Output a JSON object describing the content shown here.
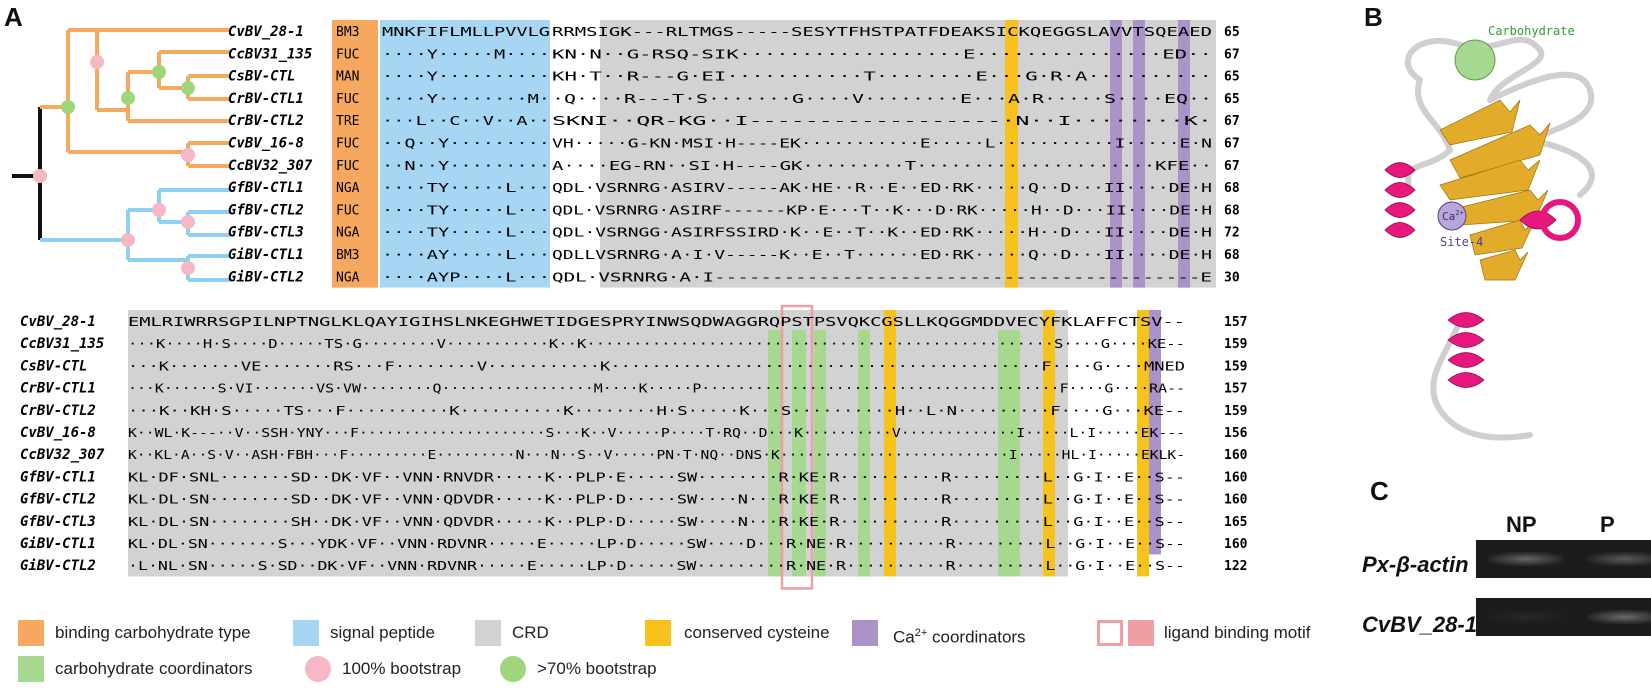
{
  "panels": {
    "a": "A",
    "b": "B",
    "c": "C"
  },
  "colors": {
    "orange": "#f6a85e",
    "blue": "#a6d6f3",
    "gray": "#d2d2d2",
    "yellow": "#f7c21b",
    "purple": "#ab92c8",
    "green": "#a5d98f",
    "pink": "#ef9ea3",
    "treeOrange": "#f5a95c",
    "treeBlue": "#8dd0f2",
    "nodePink": "#f7b8c6",
    "nodeGreen": "#9ed67a",
    "helix": "#e8177d",
    "sheet": "#e2ac2a",
    "coil": "#ececec"
  },
  "alignment_top": {
    "rows": [
      {
        "name": "CvBV_28-1",
        "type": "BM3",
        "sig": "MNKFIFLMLLPVVLG",
        "rest": "RRMSIGK---RLTMGS-----SESYTFHSTPATFDEAKSICKQEGGSLAVVTSQEAED",
        "num": "65"
      },
      {
        "name": "CcBV31_135",
        "type": "FUC",
        "sig": "····Y·····M····",
        "rest": "KN·N··G-RSQ-SIK··················E···············ED··",
        "num": "67"
      },
      {
        "name": "CsBV-CTL",
        "type": "MAN",
        "sig": "····Y··········",
        "rest": "KH·T··R---G·EI···········T········E···G·R·A··········",
        "num": "65"
      },
      {
        "name": "CrBV-CTL1",
        "type": "FUC",
        "sig": "····Y········M·",
        "rest": "·Q····R---T·S·······G····V········E···A·R·····S····EQ··",
        "num": "65"
      },
      {
        "name": "CrBV-CTL2",
        "type": "TRE",
        "sig": "···L··C··V··A··",
        "rest": "SKNI··QR-KG··I------------------·N··I········K·",
        "num": "67"
      },
      {
        "name": "CvBV_16-8",
        "type": "FUC",
        "sig": "··Q··Y·········",
        "rest": "VH·····G-KN·MSI·H----EK···········E·····L···········I·····E·N",
        "num": "67"
      },
      {
        "name": "CcBV32_307",
        "type": "FUC",
        "sig": "··N··Y·········",
        "rest": "A····EG-RN··SI·H----GK·········T·····················KFE··",
        "num": "67"
      },
      {
        "name": "GfBV-CTL1",
        "type": "NGA",
        "sig": "····TY·····L···",
        "rest": "QDL·VSRNRG·ASIRV-----AK·HE··R··E··ED·RK·····Q··D···II····DE·H",
        "num": "68"
      },
      {
        "name": "GfBV-CTL2",
        "type": "FUC",
        "sig": "····TY·····L···",
        "rest": "QDL·VSRNRG·ASIRF------KP·E···T··K···D·RK·····H··D···II····DE·H",
        "num": "68"
      },
      {
        "name": "GfBV-CTL3",
        "type": "NGA",
        "sig": "····TY·····L···",
        "rest": "QDL·VSRNGG·ASIRFSSIRD·K··E··T··K··ED·RK·····H··D···II····DE·H",
        "num": "72"
      },
      {
        "name": "GiBV-CTL1",
        "type": "BM3",
        "sig": "····AY·····L···",
        "rest": "QDLLVSRNRG·A·I·V-----K··E··T······ED·RK·····Q··D···II····DE·H",
        "num": "68"
      },
      {
        "name": "GiBV-CTL2",
        "type": "NGA",
        "sig": "····AYP····L···",
        "rest": "QDL·VSRNRG·A·I------------------------------------------E",
        "num": "30"
      }
    ]
  },
  "alignment_bottom": {
    "rows": [
      {
        "name": "CvBV_28-1",
        "seq": "EMLRIWRRSGPILNPTNGLKLQAYIGIHSLNKEGHWETIDGESPRYINWSQDWAGGRQPSTPSVQKCGSLLKQGGMDDVECYFKLAFFCTSV--",
        "num": "157"
      },
      {
        "name": "CcBV31_135",
        "seq": "···K····H·S····D·····TS·G········V···········K··K··················································S····G····KE--",
        "num": "159"
      },
      {
        "name": "CsBV-CTL",
        "seq": "···K·······VE·······RS···F········V···········K··········································F····G····MNED",
        "num": "159"
      },
      {
        "name": "CrBV-CTL1",
        "seq": "···K······S·VI·······VS·VW········Q·················M····K·····P········································F····G····RA--",
        "num": "157"
      },
      {
        "name": "CrBV-CTL2",
        "seq": "···K··KH·S·····TS···F··········K··········K········H·S·····K···S··········H··L·N·········F····G···KE--",
        "num": "159"
      },
      {
        "name": "CvBV_16-8",
        "seq": "K··WL·K---··V··SSH·YNY···F·····················S···K··V·····P····T·RQ··D···K··········V·············I·····L·I·····EK---",
        "num": "156"
      },
      {
        "name": "CcBV32_307",
        "seq": "K··KL·A··S·V··ASH·FBH···F·········E·········N···N··S··V·····PN·T·NQ··DNS·K··························I·····HL·I·····EKLK-",
        "num": "160"
      },
      {
        "name": "GfBV-CTL1",
        "seq": "KL·DF·SNL·······SD··DK·VF··VNN·RNVDR·····K··PLP·E·····SW········R·KE·R··········R·········L··G·I··E··S--",
        "num": "160"
      },
      {
        "name": "GfBV-CTL2",
        "seq": "KL·DL·SN········SD··DK·VF··VNN·QDVDR·····K··PLP·D·····SW····N···R·KE·R··········R·········L··G·I··E··S--",
        "num": "160"
      },
      {
        "name": "GfBV-CTL3",
        "seq": "KL·DL·SN········SH··DK·VF··VNN·QDVDR·····K··PLP·D·····SW····N···R·KE·R··········R·········L··G·I··E··S--",
        "num": "165"
      },
      {
        "name": "GiBV-CTL1",
        "seq": "KL·DL·SN·······S···YDK·VF··VNN·RDVNR·····E·····LP·D·····SW····D···R·NE·R··········R·········L··G·I··E··S--",
        "num": "160"
      },
      {
        "name": "GiBV-CTL2",
        "seq": "·L·NL·SN·····S·SD··DK·VF··VNN·RDVNR·····E·····LP·D·····SW·········R·NE·R··········R·········L··G·I··E··S--",
        "num": "122"
      }
    ]
  },
  "legend": [
    {
      "label": "binding carbohydrate type",
      "color": "orange",
      "shape": "square"
    },
    {
      "label": "signal peptide",
      "color": "blue",
      "shape": "square"
    },
    {
      "label": "CRD",
      "color": "gray",
      "shape": "square"
    },
    {
      "label": "conserved cysteine",
      "color": "yellow",
      "shape": "square"
    },
    {
      "label": "Ca",
      "sup": "2+",
      "suffix": " coordinators",
      "color": "purple",
      "shape": "square"
    },
    {
      "label": "ligand binding motif",
      "color": "pink",
      "shape": "box"
    },
    {
      "label": "carbohydrate coordinators",
      "color": "green",
      "shape": "square"
    },
    {
      "label": "100% bootstrap",
      "color": "nodePink",
      "shape": "circle"
    },
    {
      "label": ">70% bootstrap",
      "color": "nodeGreen",
      "shape": "circle"
    }
  ],
  "structure": {
    "carbohydrate_label": "Carbohydrate",
    "ca_label": "Ca",
    "ca_sup": "2+",
    "site_label": "Site-4"
  },
  "gel": {
    "columns": [
      "NP",
      "P"
    ],
    "rows": [
      {
        "label": "Px-β-actin",
        "bands": [
          0.55,
          0.45
        ]
      },
      {
        "label": "CvBV_28-1",
        "bands": [
          0.0,
          0.6
        ]
      }
    ]
  }
}
